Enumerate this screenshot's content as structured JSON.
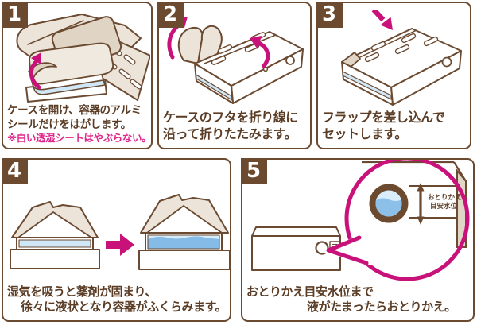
{
  "panels": [
    {
      "number": "1",
      "illustration": "open-case-peel-aluminum-seal",
      "lines": [
        "ケースを開け、容器のアルミ",
        "シールだけをはがします。"
      ],
      "note": "※白い透湿シートはやぶらない。"
    },
    {
      "number": "2",
      "illustration": "fold-lid-along-fold-line",
      "lines": [
        "ケースのフタを折り線に",
        "沿って折りたたみます。"
      ]
    },
    {
      "number": "3",
      "illustration": "insert-flap-to-set",
      "lines": [
        "フラップを差し込んで",
        "セットします。"
      ]
    },
    {
      "number": "4",
      "illustration": "desiccant-hardens-then-liquefies",
      "lines": [
        "湿気を吸うと薬剤が固まり、",
        "徐々に液状となり容器がふくらみます。"
      ]
    },
    {
      "number": "5",
      "illustration": "replace-when-liquid-reaches-level",
      "lines": [
        "おとりかえ目安水位まで",
        "液がたまったらおとりかえ。"
      ],
      "magnifier_label": [
        "おとりかえ",
        "目安水位"
      ]
    }
  ],
  "colors": {
    "outline_brown": "#6b4a32",
    "number_bg": "#6b4a2f",
    "text_brown": "#5b3d26",
    "note_magenta": "#e0268b",
    "arrow_magenta": "#c9117a",
    "carton_beige": "#ece4d9",
    "seal_beige": "#ddd1c0",
    "liquid_light_blue": "#cfe7f7",
    "liquid_mid_blue": "#85bce7",
    "liquid_pale_blue": "#d9ecfa"
  }
}
